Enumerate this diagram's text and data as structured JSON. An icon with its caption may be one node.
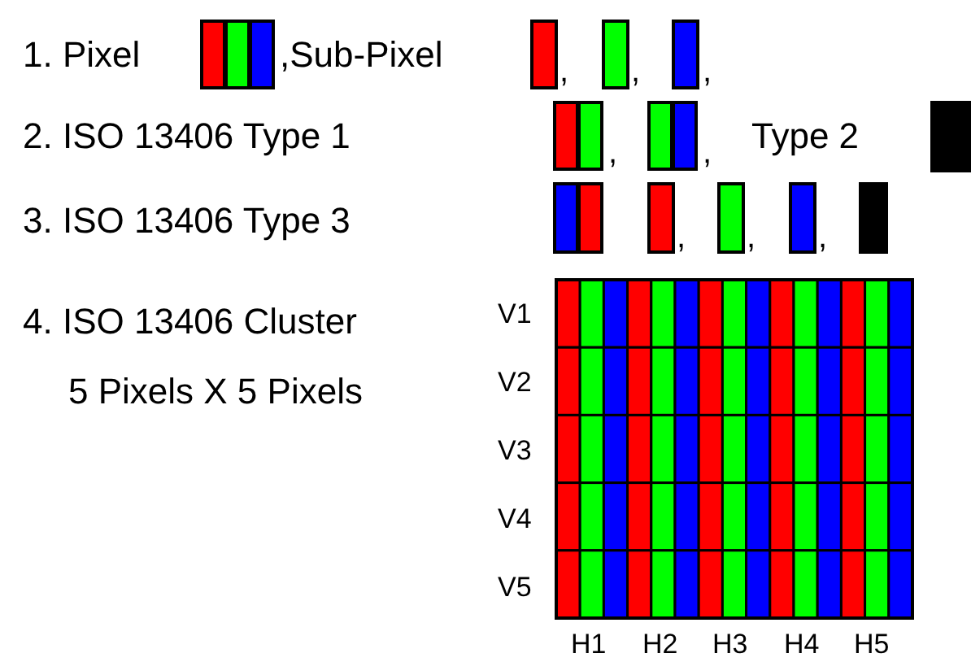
{
  "diagram": {
    "labels": [
      "1. Pixel",
      ",Sub-Pixel",
      ",",
      ",",
      ",",
      "2. ISO 13406 Type 1",
      ",",
      ",",
      "Type 2",
      "3. ISO 13406 Type 3",
      ",",
      ",",
      ",",
      "4. ISO 13406 Cluster",
      "5 Pixels X 5 Pixels",
      "V1",
      "V2",
      "V3",
      "V4",
      "V5",
      "H1",
      "H2",
      "H3",
      "H4",
      "H5"
    ]
  }
}
